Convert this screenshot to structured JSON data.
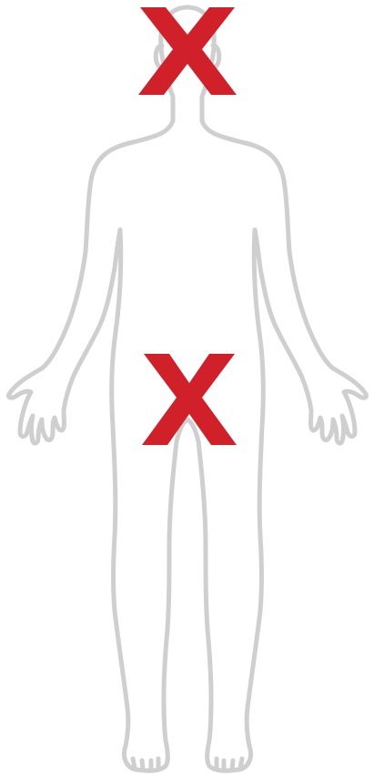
{
  "figure": {
    "outline_color": "#cfcfcf",
    "background_color": "#ffffff",
    "subject": "human-body-front-view-outline"
  },
  "markers": [
    {
      "name": "head-x-marker",
      "region": "head",
      "label": "X",
      "color": "#d0202a"
    },
    {
      "name": "groin-x-marker",
      "region": "groin",
      "label": "X",
      "color": "#d0202a"
    }
  ]
}
